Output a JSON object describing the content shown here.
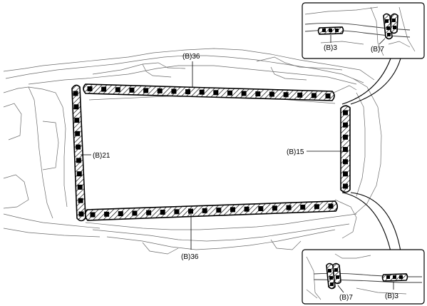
{
  "labels": {
    "top_seam": "(B)36",
    "bottom_seam": "(B)36",
    "left_seam": "(B)21",
    "right_seam": "(B)15",
    "inset_top_a": "(B)3",
    "inset_top_b": "(B)7",
    "inset_bottom_a": "(B)7",
    "inset_bottom_b": "(B)3"
  },
  "icons": {
    "spot_weld": "black-square-marker",
    "seam_band": "hatched-band"
  }
}
